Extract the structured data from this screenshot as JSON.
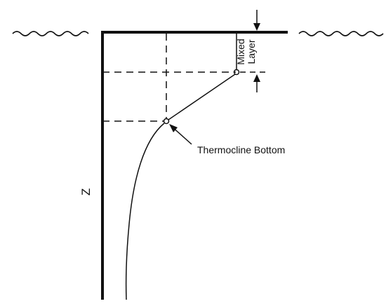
{
  "diagram": {
    "labels": {
      "mixed_layer_line1": "Mixed",
      "mixed_layer_line2": "Layer",
      "thermocline_bottom": "Thermocline Bottom",
      "depth_axis": "Z"
    },
    "colors": {
      "ink": "#111111",
      "background": "#ffffff"
    }
  }
}
